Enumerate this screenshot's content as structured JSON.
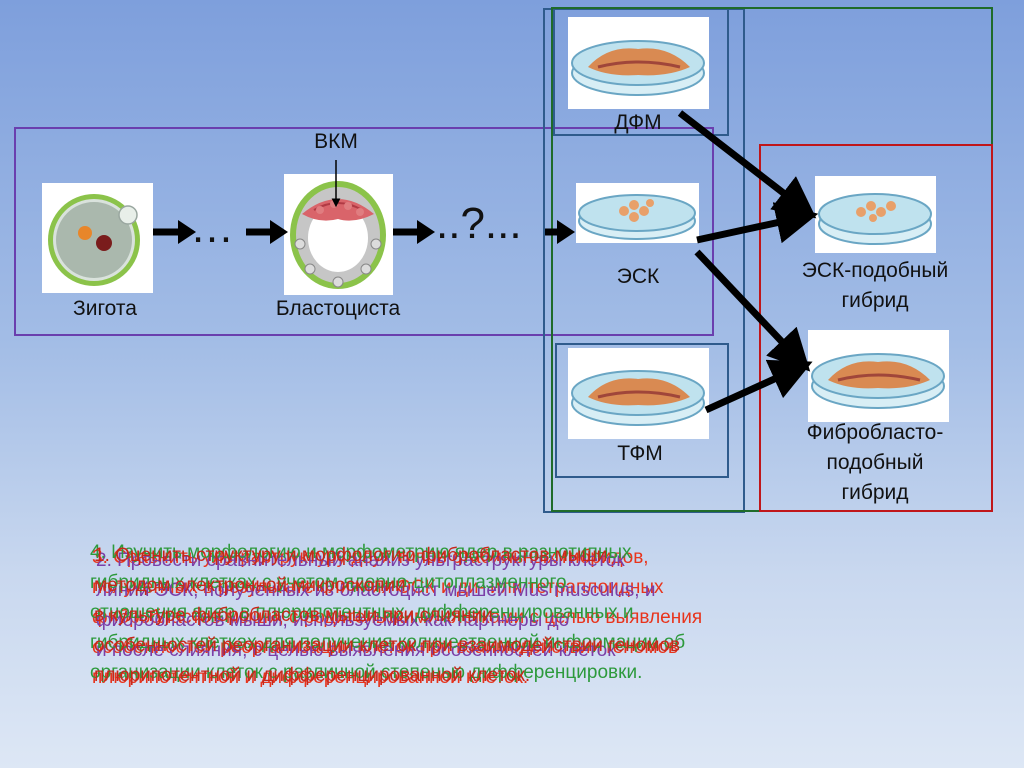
{
  "labels": {
    "vkm": "ВКМ",
    "zygote": "Зигота",
    "blastocyst": "Бластоциста",
    "esc": "ЭСК",
    "dfm": "ДФМ",
    "tfm": "ТФМ",
    "esc_hybrid_line1": "ЭСК-подобный",
    "esc_hybrid_line2": "гибрид",
    "fibro_hybrid_line1": "Фибробласто-",
    "fibro_hybrid_line2": "подобный",
    "fibro_hybrid_line3": "гибрид",
    "dots_left": "…",
    "dots_question": "..?..."
  },
  "overlapping_paragraphs": [
    {
      "color": "#e8341c",
      "lines": [
        "3. Сравнить ультраструктуру двух типов стабильных гибридов,",
        "полученных в результате слияния ЭСК и ди- или тетраплоидных",
        "фибробластов мыши, с родительскими клетками с целью выявления",
        "особенностей реорганизации клеток при взаимодействии геномов",
        "плюрипотентной и дифференцированной клеток."
      ]
    },
    {
      "color": "#7a3fa8",
      "lines": [
        "2. Провести сравнительный анализ ультраструктуры клеток",
        "линий ЭСК, полученных из бластоцист мышей Mus musculus, и",
        "фибробластов мыши, используемых как партнеры до",
        "и после слияния, с целью выявления особенностей клеток"
      ]
    },
    {
      "color": "#2d9a3c",
      "lines": [
        "4. Изучить морфологию и морфометрию ядер в разнотипных",
        "гибридных клетках с учетом ядерно-цитоплазменного",
        "отношения ядер в плюрипотентных, дифференцированных и",
        "гибридных клетках для получения количественной информации об",
        "организации клеток с различной степенью дифференцировки."
      ]
    },
    {
      "color": "#c8261a",
      "lines": [
        "1. Оценить структуру и морфологию фибробластов мыши",
        "методом электронной микроскопии",
        "в культуре фибробластов мыши при слиянии",
        "особенностей реорганизации клеток при взаимодействии геномов",
        "плюрипотентной и дифференцированной клеток."
      ]
    }
  ],
  "colors": {
    "frame_purple": "#6a3fae",
    "frame_blue": "#2f5b8c",
    "frame_green": "#1f6b2a",
    "frame_red": "#c0161a",
    "arrow": "#000000"
  }
}
